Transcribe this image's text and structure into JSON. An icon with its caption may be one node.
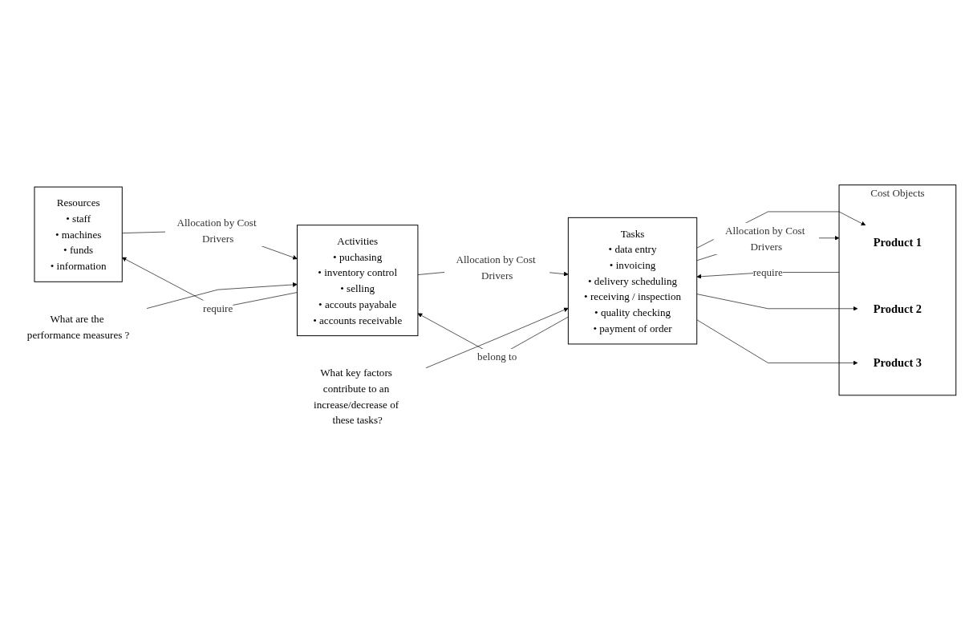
{
  "diagram": {
    "nodes": [
      {
        "text": [
          "Resources",
          "• staff",
          "• machines",
          "• funds",
          "• information"
        ]
      },
      {
        "text": [
          "Activities",
          "• puchasing",
          "• inventory control",
          "• selling",
          "• accouts payabale",
          "• accounts receivable"
        ]
      },
      {
        "text": [
          "Tasks",
          "• data entry",
          "• invoicing",
          "• delivery scheduling",
          "• receiving / inspection",
          "• quality checking",
          "• payment of order"
        ]
      },
      {
        "text": [
          "Cost Objects"
        ]
      },
      {
        "text": [
          "Product 1"
        ],
        "in": 3
      },
      {
        "text": [
          "Product 2"
        ],
        "in": 3
      },
      {
        "text": [
          "Product 3"
        ],
        "in": 3
      },
      {
        "text": [
          "What are the performance measures ?"
        ]
      },
      {
        "text": [
          "What key factors contribute to an increase/decrease of these tasks?"
        ]
      }
    ],
    "edges": [
      {
        "from": 0,
        "to": 1,
        "arrow": "to",
        "label": "Allocation by Cost Drivers"
      },
      {
        "from": 1,
        "to": 2,
        "arrow": "to",
        "label": "Allocation by Cost Drivers"
      },
      {
        "from": 2,
        "to": 3,
        "arrow": "to",
        "label": "Allocation by Cost Drivers"
      },
      {
        "from": 2,
        "to": 4,
        "arrow": "to"
      },
      {
        "from": 2,
        "to": 5,
        "arrow": "to"
      },
      {
        "from": 2,
        "to": 6,
        "arrow": "to"
      },
      {
        "from": 1,
        "to": 0,
        "arrow": "to",
        "label": "require"
      },
      {
        "from": 2,
        "to": 1,
        "arrow": "to",
        "label": "belong to"
      },
      {
        "from": 3,
        "to": 2,
        "arrow": "to",
        "label": "require"
      },
      {
        "from": 7,
        "to": 1,
        "arrow": "to"
      },
      {
        "from": 8,
        "to": 2,
        "arrow": "to"
      }
    ]
  }
}
